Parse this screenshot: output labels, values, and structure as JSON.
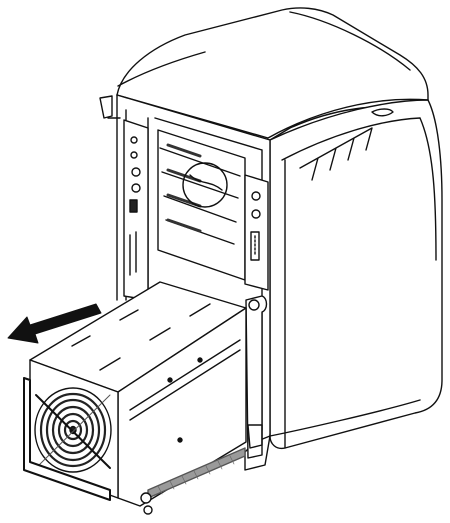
{
  "figure": {
    "subject": "workstation-chassis",
    "removed_part": "power-supply-module",
    "direction_cue": "arrow-left",
    "colors": {
      "line": "#111111",
      "fill": "#ffffff",
      "fan_grille": "#222222",
      "rail_tone": "#777777"
    },
    "icons": [
      "arrow-left-icon",
      "fan-grille-icon",
      "connector-icon",
      "latch-icon"
    ]
  }
}
